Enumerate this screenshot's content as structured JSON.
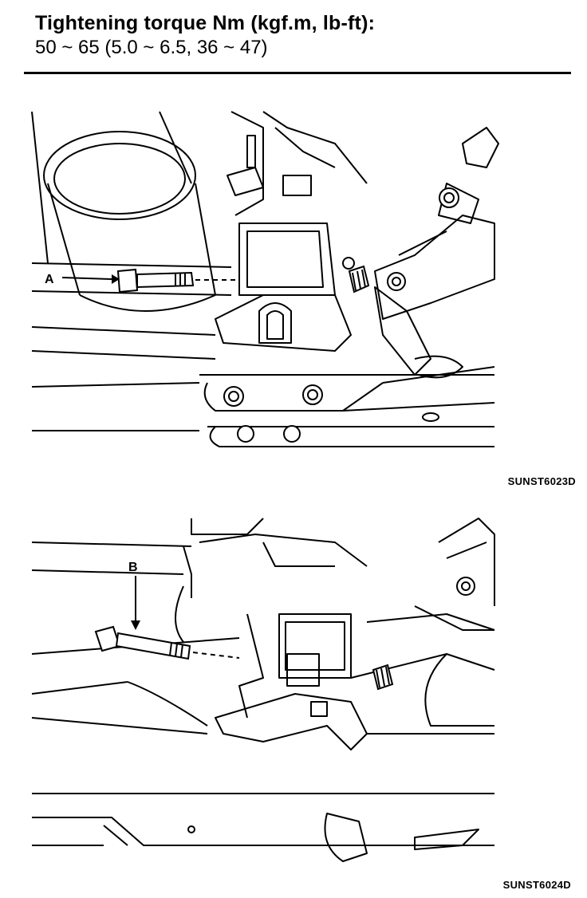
{
  "header": {
    "title": "Tightening torque Nm (kgf.m, lb-ft):",
    "spec": "50 ~ 65 (5.0 ~ 6.5, 36 ~ 47)"
  },
  "figures": [
    {
      "callout": "A",
      "caption": "SUNST6023D"
    },
    {
      "callout": "B",
      "caption": "SUNST6024D"
    }
  ]
}
